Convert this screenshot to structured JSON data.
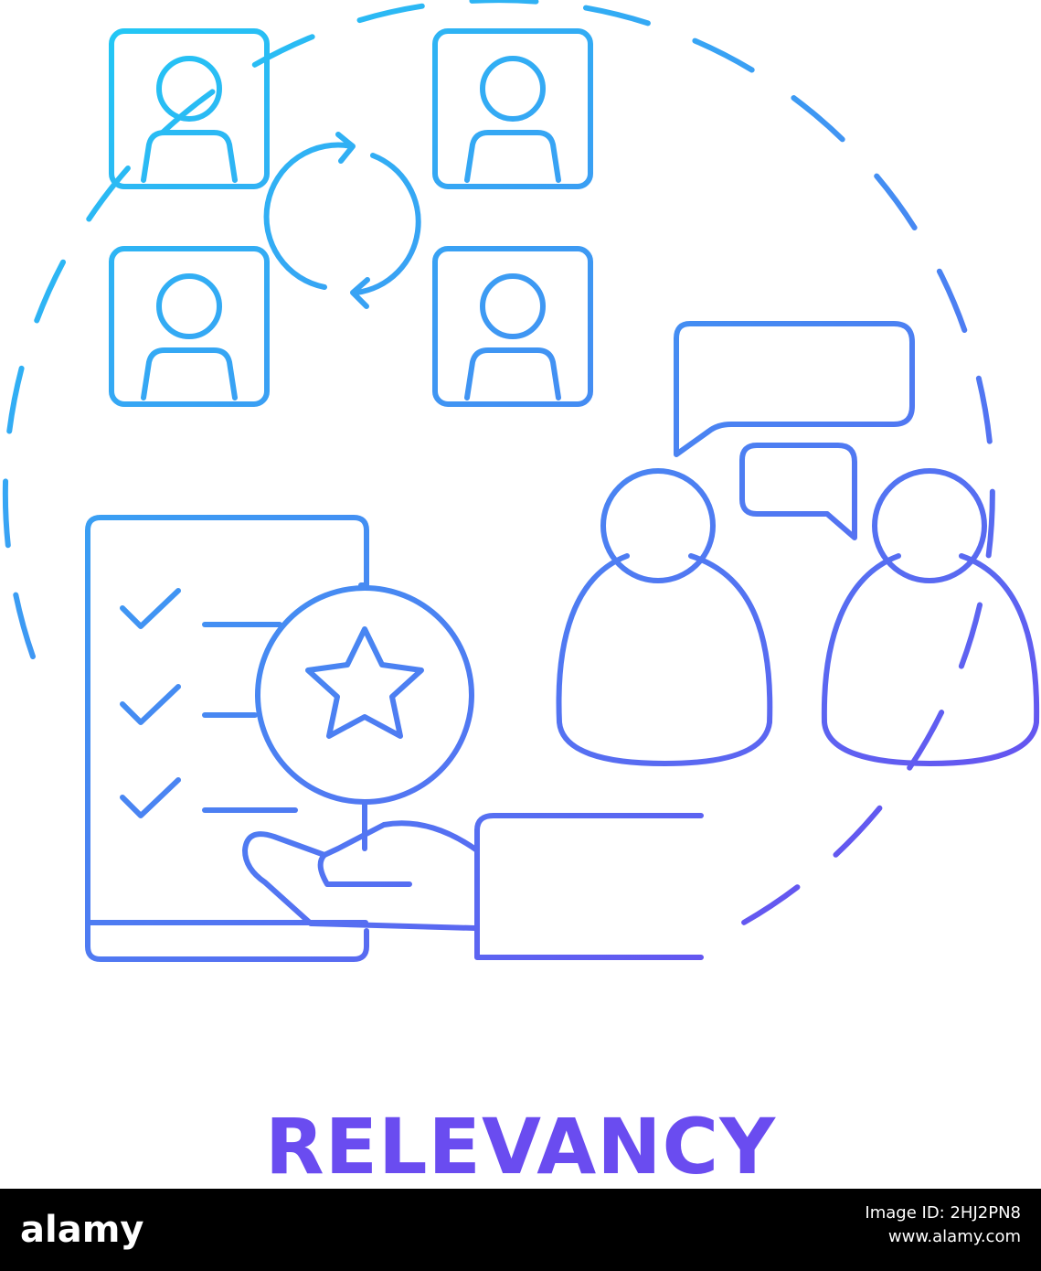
{
  "caption": {
    "title": "RELEVANCY"
  },
  "footer": {
    "brand": "alamy",
    "image_id": "Image ID: 2HJ2PN8",
    "url": "www.alamy.com"
  },
  "colors": {
    "gradient_start": "#22c8f5",
    "gradient_end": "#6a4cf0",
    "caption": "#6a4cf0",
    "footer_bg": "#000000"
  },
  "icons": [
    "user-profile-icon",
    "refresh-cycle-icon",
    "speech-bubble-icon",
    "person-icon",
    "checklist-icon",
    "star-badge-icon",
    "hand-icon"
  ]
}
